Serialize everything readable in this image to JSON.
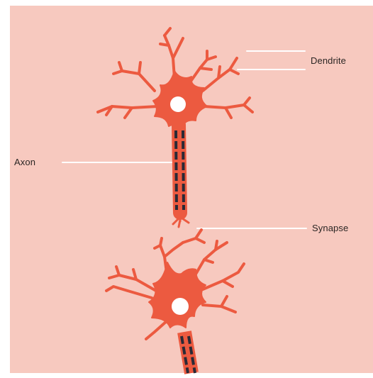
{
  "labels": {
    "dendrite": "Dendrite",
    "axon": "Axon",
    "synapse": "Synapse"
  },
  "colors": {
    "background": "#f7c9bf",
    "neuron": "#ec5a40",
    "nucleus": "#ffffff",
    "axon_stripe": "#2a2a36",
    "leader_line": "#ffffff",
    "text": "#2b2624"
  }
}
